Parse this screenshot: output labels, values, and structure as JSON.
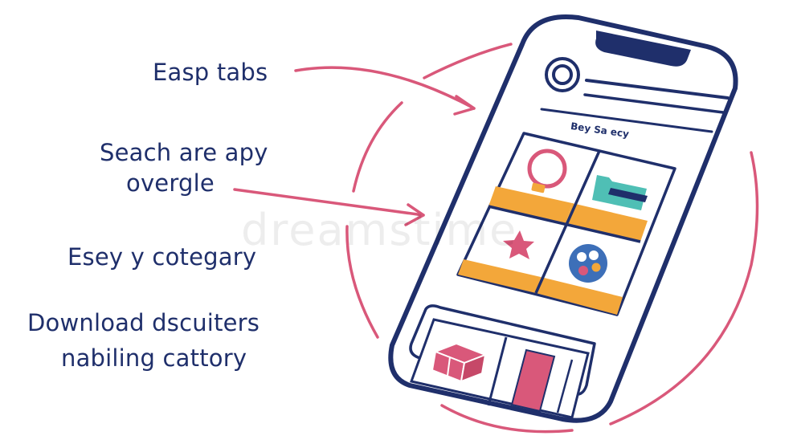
{
  "labels": {
    "tabs": "Easp tabs",
    "search_line1": "Seach are apy",
    "search_line2": "overgle",
    "category": "Esey y cotegary",
    "download_line1": "Download dscuiters",
    "download_line2": "nabiling cattory"
  },
  "phone": {
    "screen_title": "Bey Sa ecy"
  },
  "watermark": "dreamstime",
  "colors": {
    "navy": "#1f2f6b",
    "pink": "#d9587a",
    "orange": "#f3a73a",
    "teal": "#4fbfb5",
    "blue": "#3d6fb8"
  },
  "icons": [
    "magnifier-icon",
    "folder-icon",
    "star-icon",
    "palette-icon",
    "package-icon"
  ]
}
